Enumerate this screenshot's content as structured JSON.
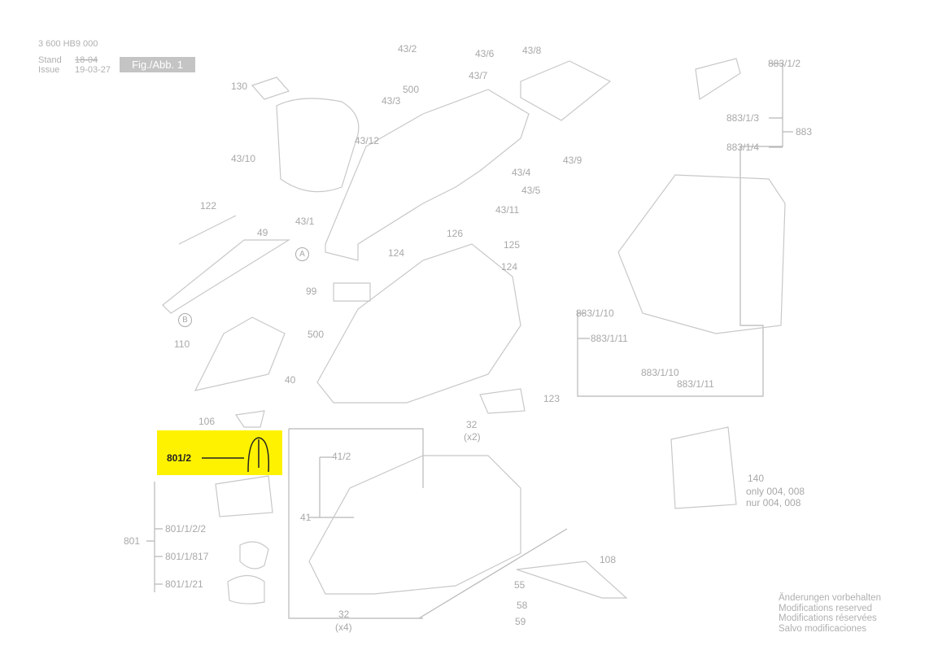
{
  "header": {
    "doc_number": "3 600 HB9 000",
    "stand_label": "Stand",
    "issue_label": "Issue",
    "old_date": "18-04",
    "issue_date": "19-03-27",
    "figure": "Fig./Abb. 1"
  },
  "highlight": {
    "label": "801/2",
    "color": "#fff200"
  },
  "labels": [
    "43/2",
    "43/6",
    "43/8",
    "883/1/2",
    "43/7",
    "500",
    "130",
    "43/3",
    "883/1/3",
    "883",
    "43/12",
    "43/9",
    "883/1/4",
    "43/10",
    "43/4",
    "43/5",
    "122",
    "43/11",
    "43/1",
    "49",
    "126",
    "125",
    "124",
    "124",
    "99",
    "883/1/10",
    "500",
    "883/1/11",
    "110",
    "883/1/10",
    "40",
    "883/1/11",
    "123",
    "106",
    "32",
    "(x2)",
    "41/2",
    "140",
    "only 004, 008",
    "nur 004, 008",
    "41",
    "801/1/2/2",
    "801",
    "108",
    "801/1/817",
    "801/1/21",
    "55",
    "58",
    "32",
    "(x4)",
    "59"
  ],
  "markers": [
    "A",
    "B"
  ],
  "notice": [
    "Änderungen vorbehalten",
    "Modifications reserved",
    "Modifications réservées",
    "Salvo modificaciones"
  ]
}
